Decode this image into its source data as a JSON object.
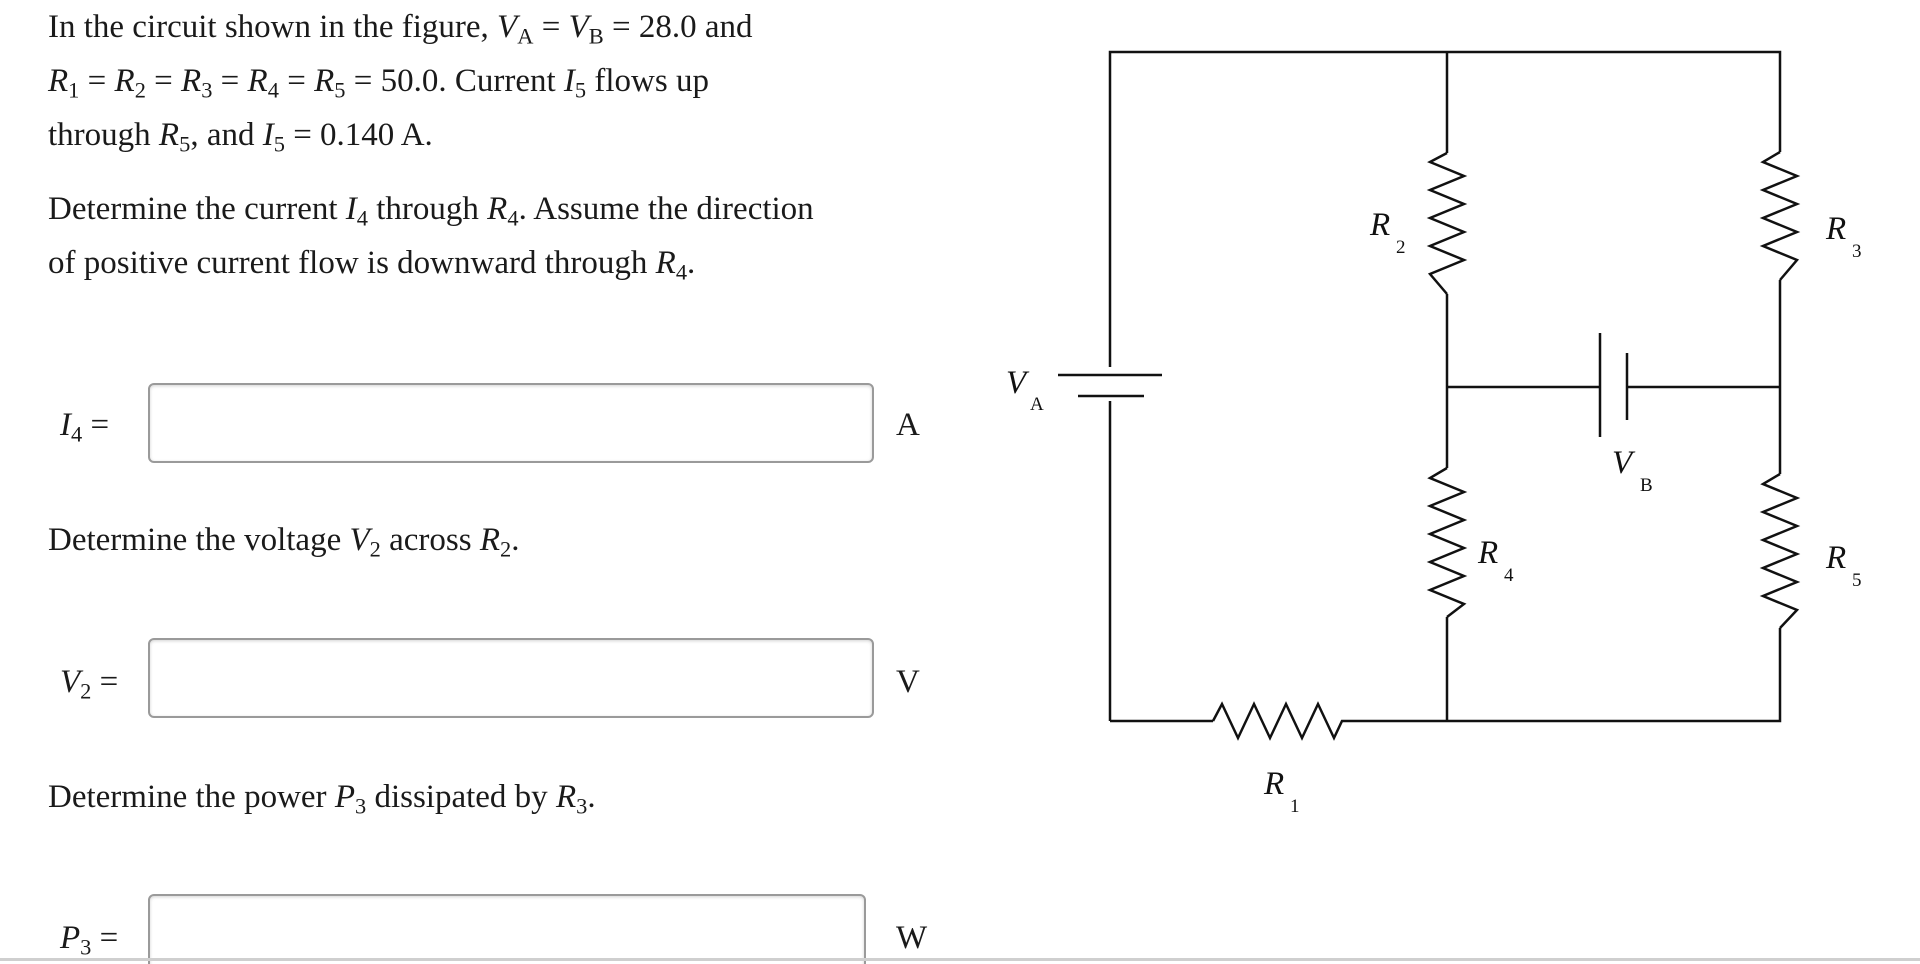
{
  "problem": {
    "line1": {
      "a": "In the circuit shown in the figure, ",
      "va": "V",
      "va_sub": "A",
      "eq1": " = ",
      "vb": "V",
      "vb_sub": "B",
      "eq2": " = 28.0 and"
    },
    "line2": {
      "r1": "R",
      "r1_sub": "1",
      "r2": "R",
      "r2_sub": "2",
      "r3": "R",
      "r3_sub": "3",
      "r4": "R",
      "r4_sub": "4",
      "r5": "R",
      "r5_sub": "5",
      "eq": " = ",
      "value": "50.0. Current ",
      "i5": "I",
      "i5_sub": "5",
      "tail": " flows up"
    },
    "line3": {
      "a": "through ",
      "r5": "R",
      "r5_sub": "5",
      "b": ", and ",
      "i5": "I",
      "i5_sub": "5",
      "c": " = 0.140 A."
    }
  },
  "q1": {
    "prompt_a": "Determine the current ",
    "sym": "I",
    "sym_sub": "4",
    "prompt_b": " through ",
    "r": "R",
    "r_sub": "4",
    "prompt_c": ". Assume the direction",
    "prompt_line2_a": "of positive current flow is downward through ",
    "r2": "R",
    "r2_sub": "4",
    "prompt_line2_b": ".",
    "label": "I",
    "label_sub": "4",
    "eq": " = ",
    "value": "",
    "unit": "A"
  },
  "q2": {
    "prompt_a": "Determine the voltage ",
    "sym": "V",
    "sym_sub": "2",
    "prompt_b": " across ",
    "r": "R",
    "r_sub": "2",
    "prompt_c": ".",
    "label": "V",
    "label_sub": "2",
    "eq": " = ",
    "value": "",
    "unit": "V"
  },
  "q3": {
    "prompt_a": "Determine the power ",
    "sym": "P",
    "sym_sub": "3",
    "prompt_b": " dissipated by ",
    "r": "R",
    "r_sub": "3",
    "prompt_c": ".",
    "label": "P",
    "label_sub": "3",
    "eq": " = ",
    "value": "",
    "unit": "W"
  },
  "circuit_labels": {
    "va": "V",
    "va_sub": "A",
    "vb": "V",
    "vb_sub": "B",
    "r1": "R",
    "r1_sub": "1",
    "r2": "R",
    "r2_sub": "2",
    "r3": "R",
    "r3_sub": "3",
    "r4": "R",
    "r4_sub": "4",
    "r5": "R",
    "r5_sub": "5"
  }
}
